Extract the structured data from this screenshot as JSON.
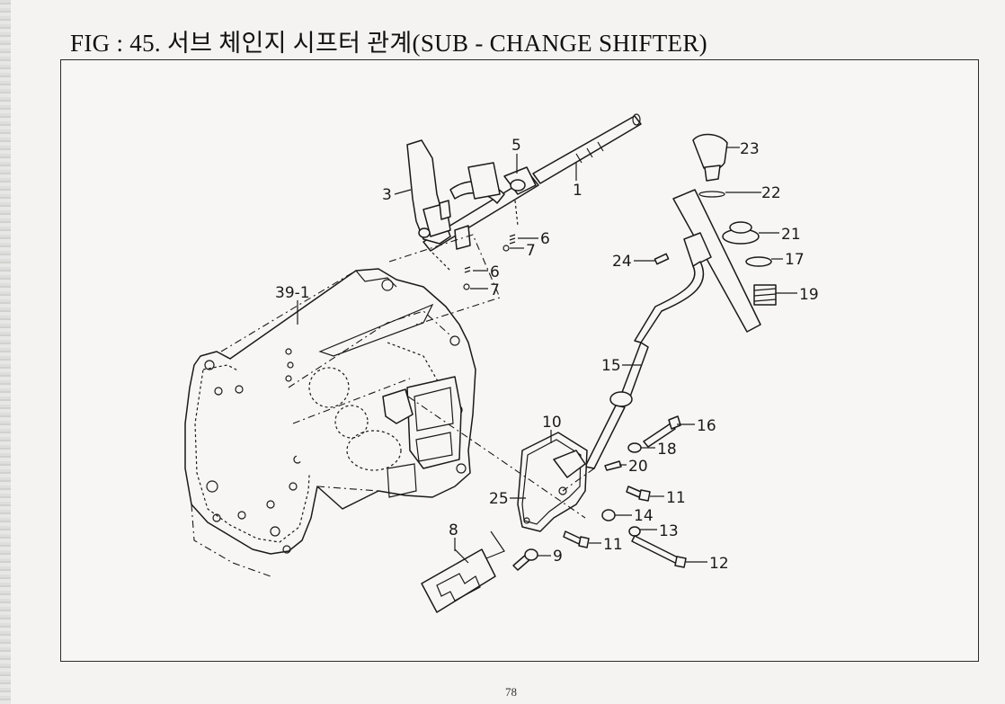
{
  "figure": {
    "title": "FIG : 45. 서브 체인지 시프터 관계(SUB - CHANGE SHIFTER)",
    "page_number": "78"
  },
  "callouts": [
    {
      "id": "c1",
      "label": "1"
    },
    {
      "id": "c3",
      "label": "3"
    },
    {
      "id": "c5",
      "label": "5"
    },
    {
      "id": "c6a",
      "label": "6"
    },
    {
      "id": "c7a",
      "label": "7"
    },
    {
      "id": "c6b",
      "label": "6"
    },
    {
      "id": "c7b",
      "label": "7"
    },
    {
      "id": "c39",
      "label": "39-1"
    },
    {
      "id": "c23",
      "label": "23"
    },
    {
      "id": "c22",
      "label": "22"
    },
    {
      "id": "c21",
      "label": "21"
    },
    {
      "id": "c17",
      "label": "17"
    },
    {
      "id": "c19",
      "label": "19"
    },
    {
      "id": "c24",
      "label": "24"
    },
    {
      "id": "c15",
      "label": "15"
    },
    {
      "id": "c16",
      "label": "16"
    },
    {
      "id": "c10",
      "label": "10"
    },
    {
      "id": "c18",
      "label": "18"
    },
    {
      "id": "c20",
      "label": "20"
    },
    {
      "id": "c25",
      "label": "25"
    },
    {
      "id": "c11a",
      "label": "11"
    },
    {
      "id": "c14",
      "label": "14"
    },
    {
      "id": "c13",
      "label": "13"
    },
    {
      "id": "c11b",
      "label": "11"
    },
    {
      "id": "c8",
      "label": "8"
    },
    {
      "id": "c9",
      "label": "9"
    },
    {
      "id": "c12",
      "label": "12"
    }
  ]
}
